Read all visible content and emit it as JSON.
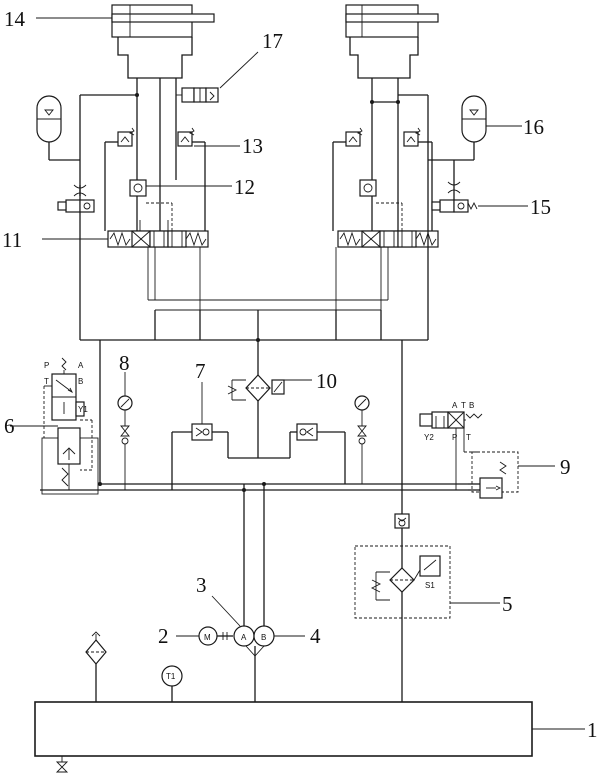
{
  "callouts": {
    "c1": "1",
    "c2": "2",
    "c3": "3",
    "c4": "4",
    "c5": "5",
    "c6": "6",
    "c7": "7",
    "c8": "8",
    "c9": "9",
    "c10": "10",
    "c11": "11",
    "c12": "12",
    "c13": "13",
    "c14": "14",
    "c15": "15",
    "c16": "16",
    "c17": "17"
  },
  "symbols": {
    "motor": "M",
    "pump_a": "A",
    "pump_b": "B",
    "thermometer": "T1",
    "filter_switch": "S1",
    "valve6_p": "P",
    "valve6_a": "A",
    "valve6_t": "T",
    "valve6_b": "B",
    "valve6_coil": "Y1",
    "valve9_coil": "Y2",
    "valve9_a": "A",
    "valve9_t": "T",
    "valve9_b": "B",
    "valve9_p": "P",
    "valve9_t2": "T"
  },
  "colors": {
    "line": "#1a1a1a",
    "background": "#ffffff"
  }
}
